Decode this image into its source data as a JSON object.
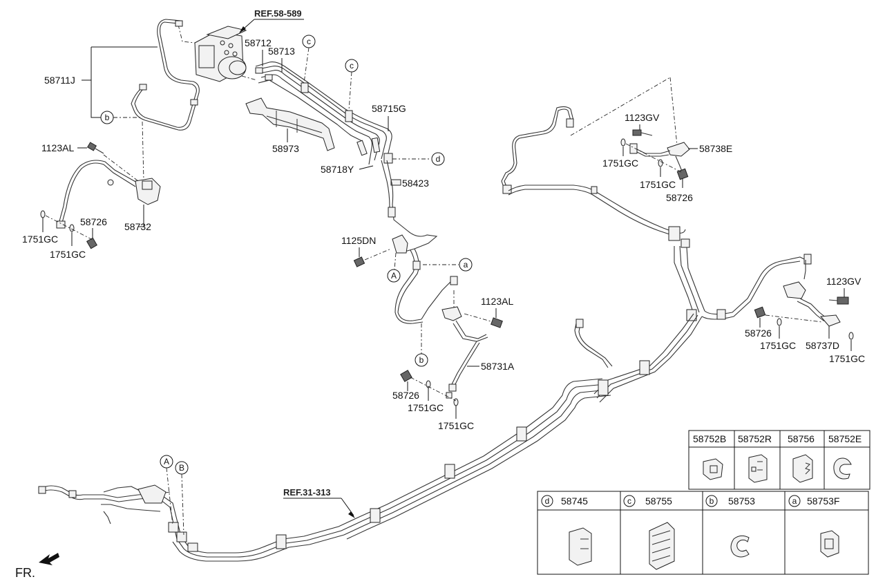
{
  "refs": {
    "abs": "REF.58-589",
    "fuel": "REF.31-313"
  },
  "front_marker": "FR.",
  "callouts": {
    "a": "a",
    "b": "b",
    "c": "c",
    "d": "d",
    "A": "A",
    "B": "B"
  },
  "labels": {
    "l58711J": "58711J",
    "l58712": "58712",
    "l58713": "58713",
    "l58715G": "58715G",
    "l58973": "58973",
    "l58718Y": "58718Y",
    "l58423": "58423",
    "l1123AL_left": "1123AL",
    "l58732": "58732",
    "l58726_left": "58726",
    "l1751GC_left1": "1751GC",
    "l1751GC_left2": "1751GC",
    "l1125DN": "1125DN",
    "l1123AL_mid": "1123AL",
    "l58731A": "58731A",
    "l58726_mid": "58726",
    "l1751GC_mid1": "1751GC",
    "l1751GC_mid2": "1751GC",
    "l1123GV_top": "1123GV",
    "l58738E": "58738E",
    "l1751GC_top1": "1751GC",
    "l1751GC_top2": "1751GC",
    "l58726_top": "58726",
    "l1123GV_right": "1123GV",
    "l58726_right": "58726",
    "l1751GC_right1": "1751GC",
    "l58737D": "58737D",
    "l1751GC_right2": "1751GC"
  },
  "clip_table_top": {
    "headers": [
      "58752B",
      "58752R",
      "58756",
      "58752E"
    ]
  },
  "clip_table_bottom": {
    "headers": [
      {
        "key": "d",
        "part": "58745"
      },
      {
        "key": "c",
        "part": "58755"
      },
      {
        "key": "b",
        "part": "58753"
      },
      {
        "key": "a",
        "part": "58753F"
      }
    ]
  }
}
